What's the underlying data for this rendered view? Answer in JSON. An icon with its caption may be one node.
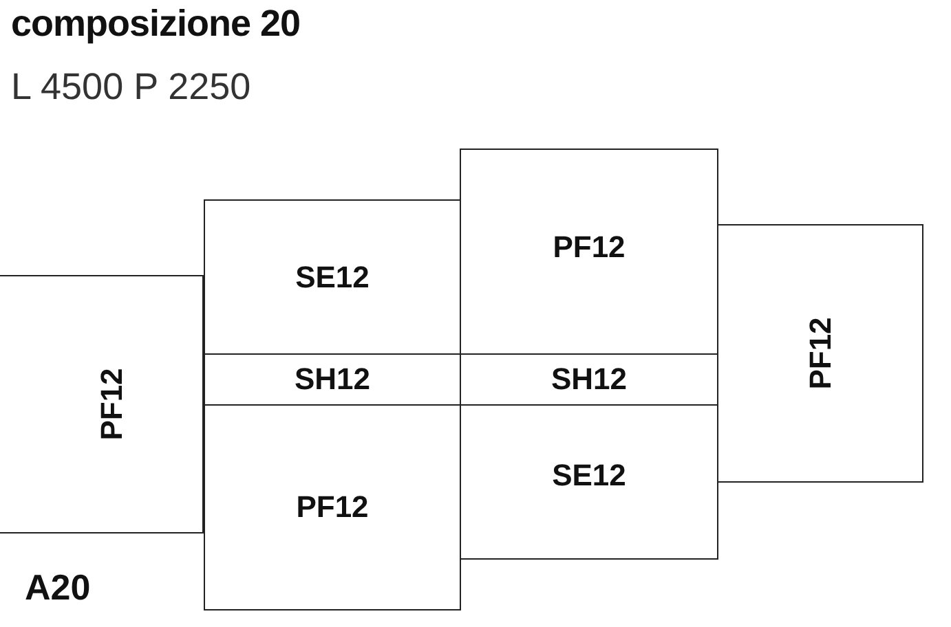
{
  "diagram": {
    "title": "composizione 20",
    "nodes": [
      {
        "text": [
          "PF12"
        ]
      },
      {
        "text": [
          "SE12"
        ]
      },
      {
        "text": [
          "SH12"
        ]
      },
      {
        "text": [
          "PF12"
        ]
      },
      {
        "text": [
          "PF12"
        ]
      },
      {
        "text": [
          "SH12"
        ]
      },
      {
        "text": [
          "SE12"
        ]
      },
      {
        "text": [
          "PF12"
        ]
      }
    ],
    "labels": [
      "L 4500 P 2250",
      "A20"
    ]
  }
}
